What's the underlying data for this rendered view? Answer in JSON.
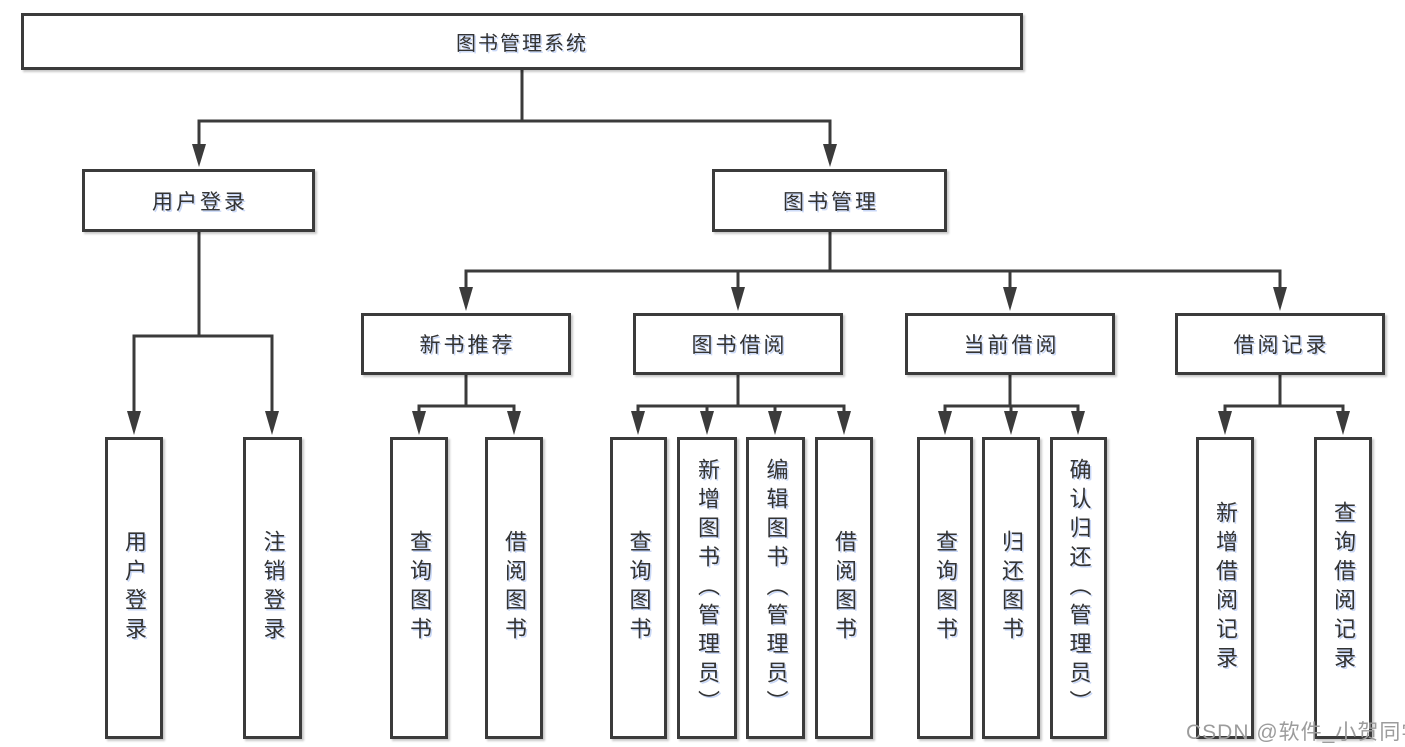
{
  "diagram": {
    "root": {
      "label": "图书管理系统"
    },
    "level2": [
      {
        "id": "user-login",
        "label": "用户登录"
      },
      {
        "id": "book-management",
        "label": "图书管理"
      }
    ],
    "level3": [
      {
        "id": "new-book-recommendation",
        "label": "新书推荐",
        "parent": "book-management"
      },
      {
        "id": "book-borrowing",
        "label": "图书借阅",
        "parent": "book-management"
      },
      {
        "id": "current-borrowing",
        "label": "当前借阅",
        "parent": "book-management"
      },
      {
        "id": "borrowing-records",
        "label": "借阅记录",
        "parent": "book-management"
      }
    ],
    "leaves": [
      {
        "id": "user-login-leaf",
        "label": "用户登录",
        "parent": "user-login"
      },
      {
        "id": "logout-leaf",
        "label": "注销登录",
        "parent": "user-login"
      },
      {
        "id": "query-books-recommend",
        "label": "查询图书",
        "parent": "new-book-recommendation"
      },
      {
        "id": "borrow-books-recommend",
        "label": "借阅图书",
        "parent": "new-book-recommendation"
      },
      {
        "id": "query-books-borrowing",
        "label": "查询图书",
        "parent": "book-borrowing"
      },
      {
        "id": "add-books-admin",
        "label": "新增图书（管理员）",
        "parent": "book-borrowing"
      },
      {
        "id": "edit-books-admin",
        "label": "编辑图书（管理员）",
        "parent": "book-borrowing"
      },
      {
        "id": "borrow-books-borrowing",
        "label": "借阅图书",
        "parent": "book-borrowing"
      },
      {
        "id": "query-books-current",
        "label": "查询图书",
        "parent": "current-borrowing"
      },
      {
        "id": "return-books",
        "label": "归还图书",
        "parent": "current-borrowing"
      },
      {
        "id": "confirm-return-admin",
        "label": "确认归还（管理员）",
        "parent": "current-borrowing"
      },
      {
        "id": "add-borrow-record",
        "label": "新增借阅记录",
        "parent": "borrowing-records"
      },
      {
        "id": "query-borrow-record",
        "label": "查询借阅记录",
        "parent": "borrowing-records"
      }
    ],
    "watermark": "CSDN @软件_小贺同学",
    "colors": {
      "line": "#3b3b3b",
      "box_border": "#3b3b3b",
      "text": "#333333",
      "watermark": "#9c9c9c",
      "background": "#ffffff"
    }
  }
}
